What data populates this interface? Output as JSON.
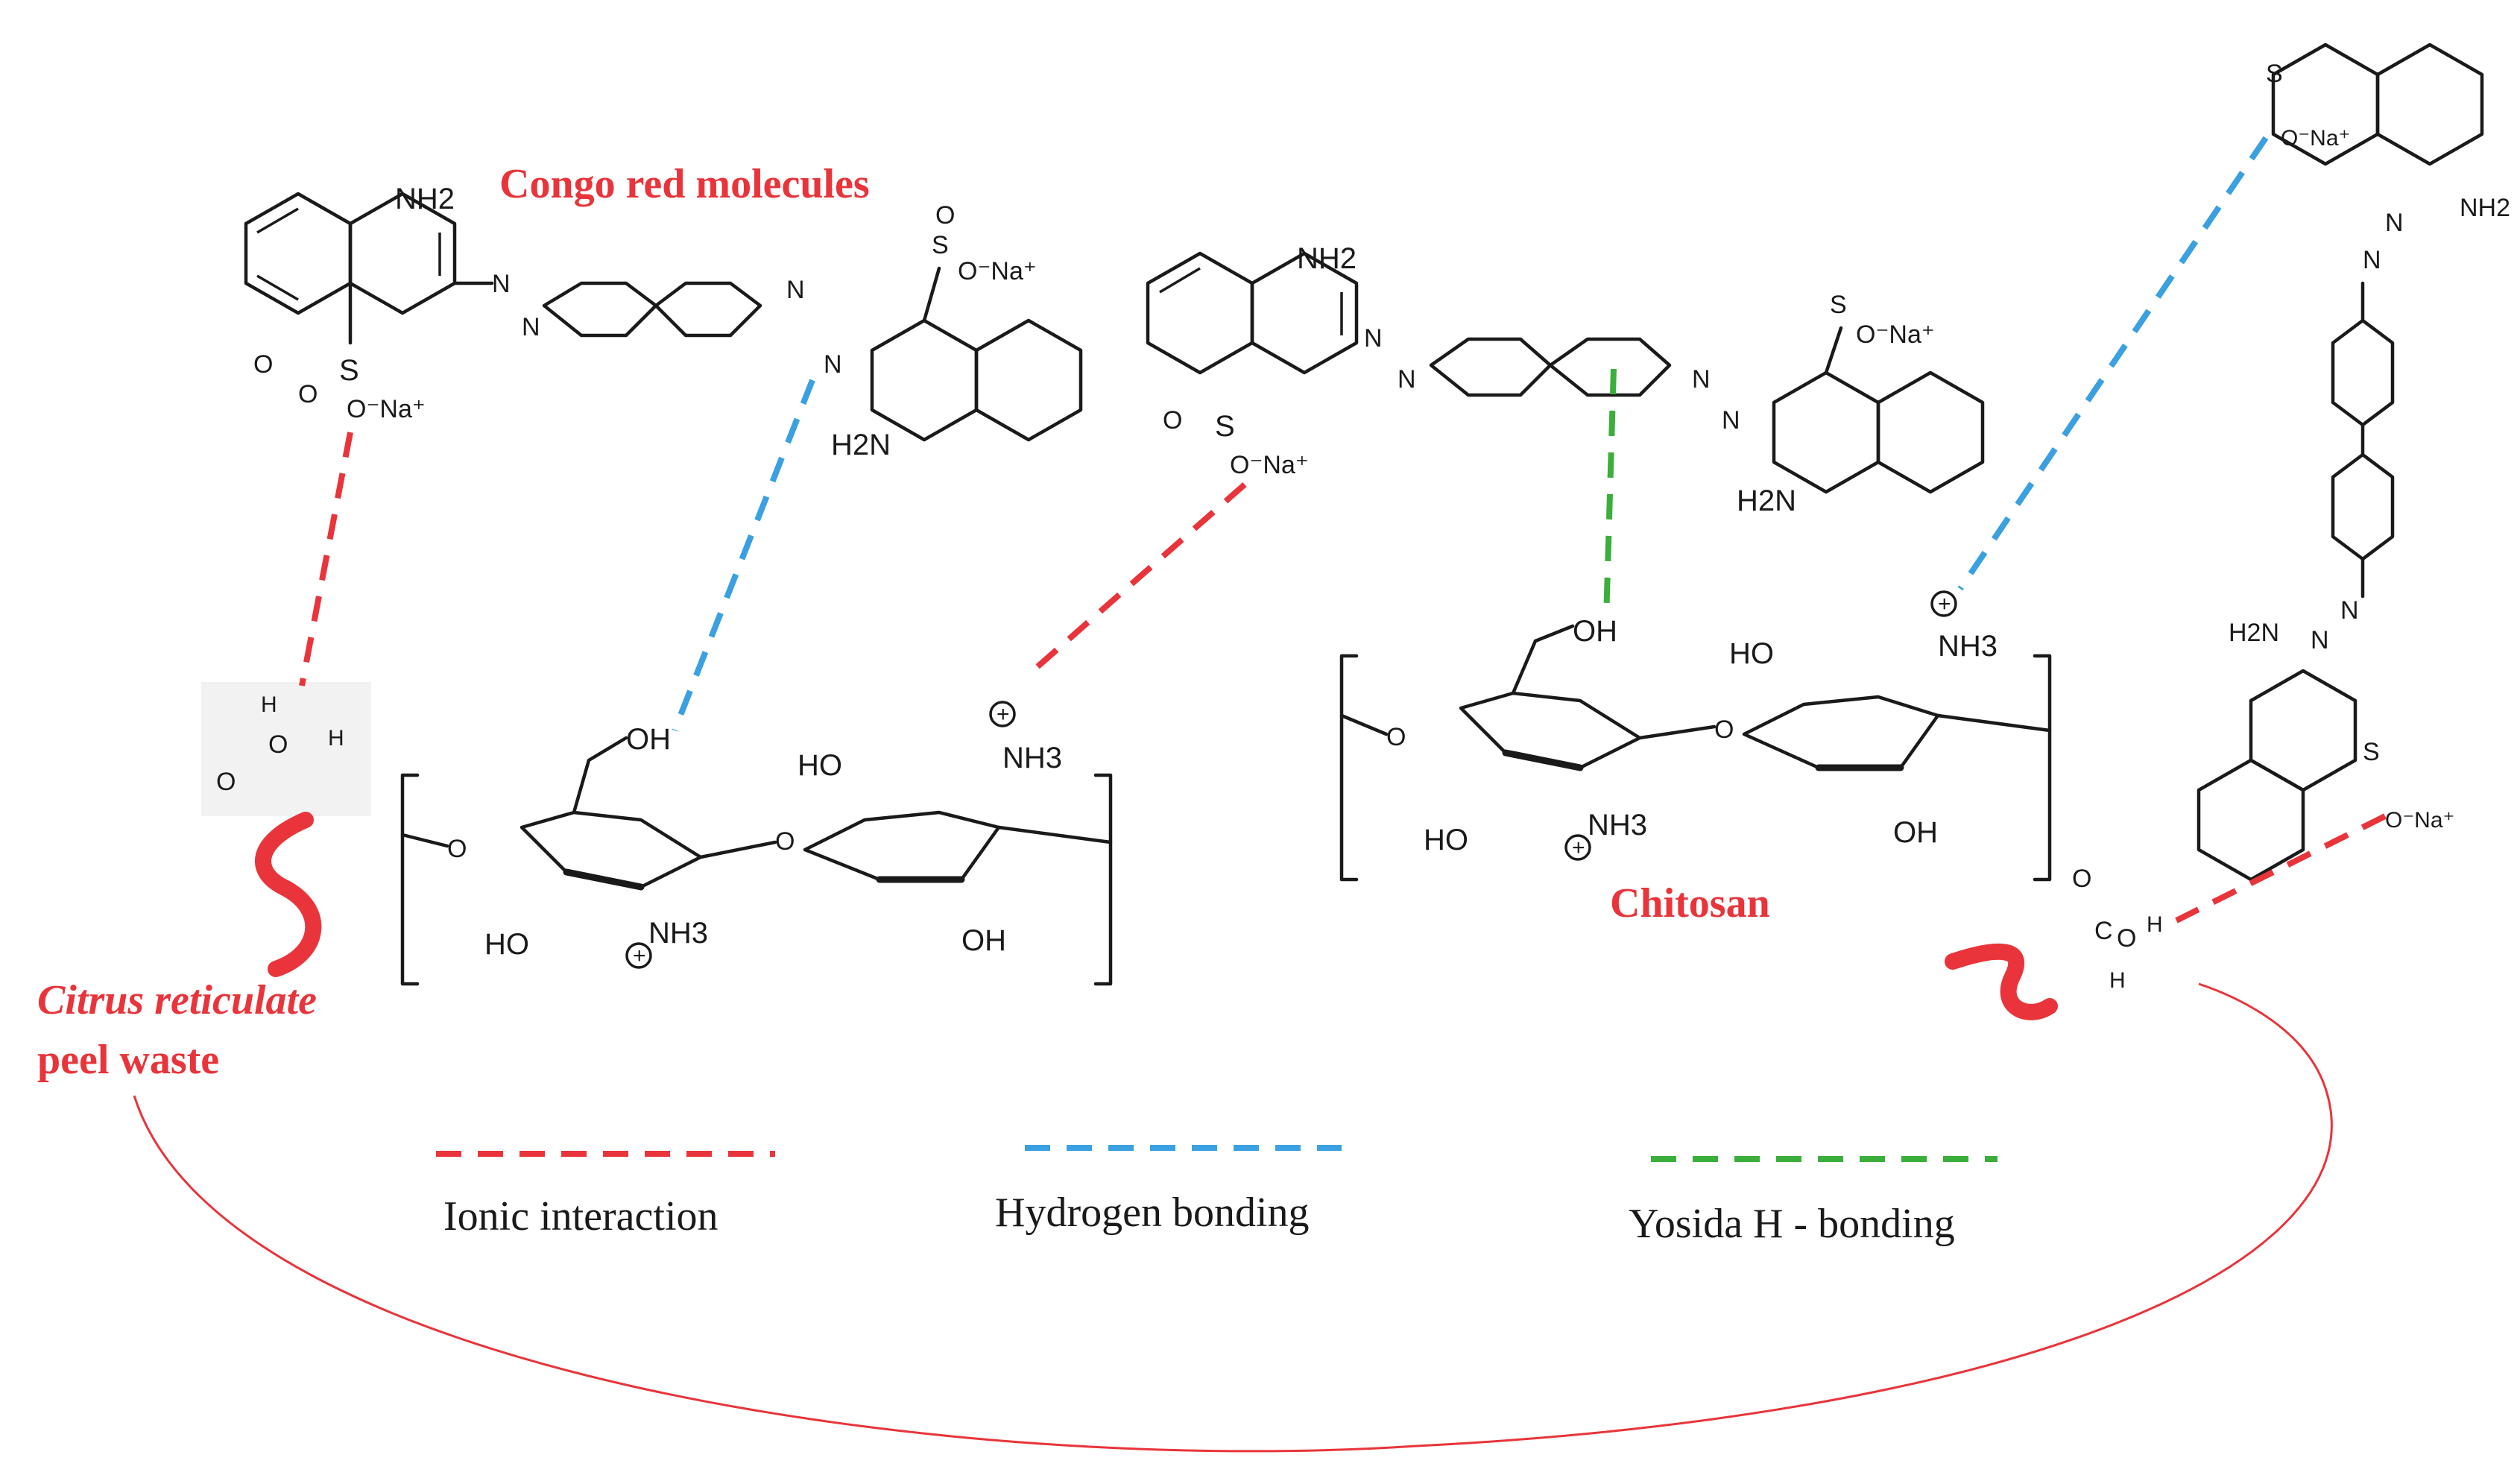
{
  "labels": {
    "congo_red": "Congo red molecules",
    "chitosan": "Chitosan",
    "citrus_line1": "Citrus reticulate",
    "citrus_line2": "peel waste"
  },
  "legend": [
    {
      "key": "ionic",
      "label": "Ionic interaction",
      "color": "#e8343a"
    },
    {
      "key": "hbond",
      "label": "Hydrogen bonding",
      "color": "#3aa0e0"
    },
    {
      "key": "yosida",
      "label": "Yosida H - bonding",
      "color": "#3cae3c"
    }
  ],
  "atoms": {
    "nh2": "NH2",
    "h2n": "H2N",
    "oh": "OH",
    "ho": "HO",
    "nh3": "NH3",
    "so3na": "S–O⁻Na⁺",
    "o": "O",
    "n": "N",
    "na": "O⁻Na⁺",
    "plus": "+",
    "h": "H",
    "c": "C",
    "s": "S"
  },
  "colors": {
    "ionic": "#e8343a",
    "hydrogen": "#3aa0e0",
    "yosida": "#3cae3c",
    "label": "#e8343a"
  }
}
